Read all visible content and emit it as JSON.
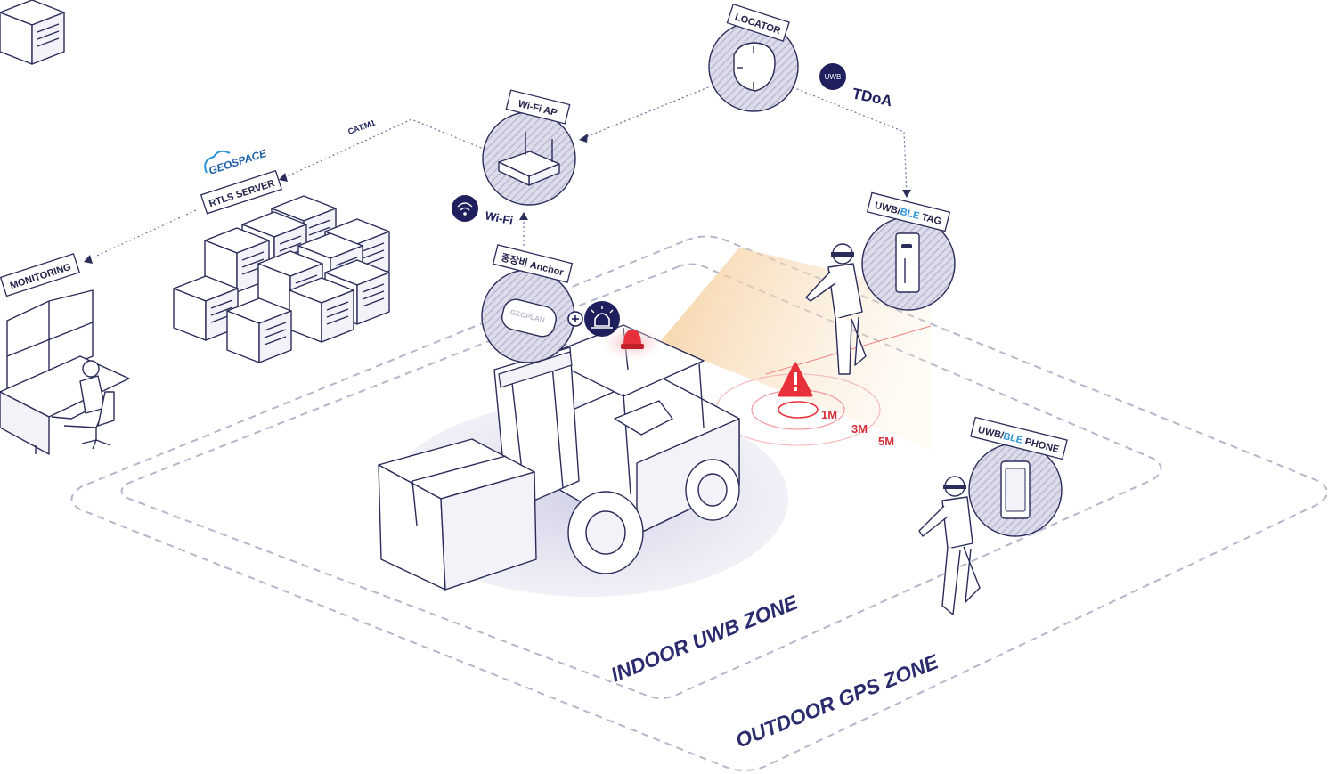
{
  "nodes": {
    "locator": "LOCATOR",
    "wifi_ap": "Wi-Fi AP",
    "rtls_server": "RTLS SERVER",
    "monitoring": "MONITORING",
    "anchor": "중장비 Anchor",
    "uwb_ble_tag": {
      "a": "UWB/",
      "b": "BLE",
      "c": " TAG"
    },
    "uwb_ble_phone": {
      "a": "UWB/",
      "b": "BLE",
      "c": " PHONE"
    }
  },
  "links": {
    "cat_m1": "CAT.M1",
    "wifi": "Wi-Fi",
    "uwb_badge": "UWB",
    "tdoa": "TDoA"
  },
  "brand": {
    "logo": "GEOSPACE",
    "device": "GEOPLAN"
  },
  "alert": {
    "r1": "1M",
    "r2": "3M",
    "r3": "5M"
  },
  "zones": {
    "indoor": "INDOOR UWB ZONE",
    "outdoor": "OUTDOOR GPS ZONE"
  },
  "colors": {
    "navy": "#1e1f5c",
    "accent": "#2a93d5",
    "alert": "#e8303a",
    "hatch": "#c9c9dc",
    "beam": "#f6d9b0"
  }
}
